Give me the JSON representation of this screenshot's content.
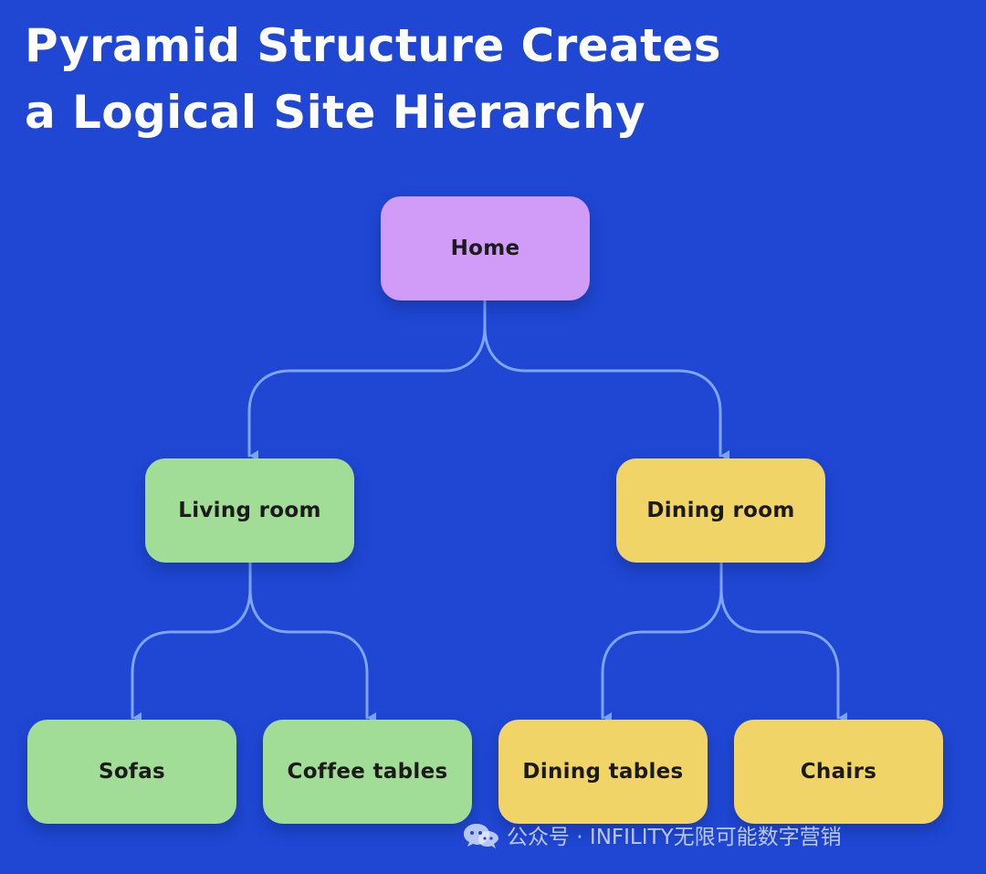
{
  "title": {
    "line1": "Pyramid Structure Creates",
    "line2": "a Logical Site Hierarchy"
  },
  "colors": {
    "background": "#1f47d4",
    "connector": "#7ea5ff",
    "home": "#d09cf8",
    "living_branch": "#a1dd96",
    "dining_branch": "#f1d468",
    "text": "#1b1b1b"
  },
  "nodes": {
    "home": "Home",
    "living_room": "Living room",
    "dining_room": "Dining room",
    "sofas": "Sofas",
    "coffee_tables": "Coffee tables",
    "dining_tables": "Dining tables",
    "chairs": "Chairs"
  },
  "watermark": {
    "text": "公众号 · INFILITY无限可能数字营销",
    "icon": "wechat-icon"
  }
}
